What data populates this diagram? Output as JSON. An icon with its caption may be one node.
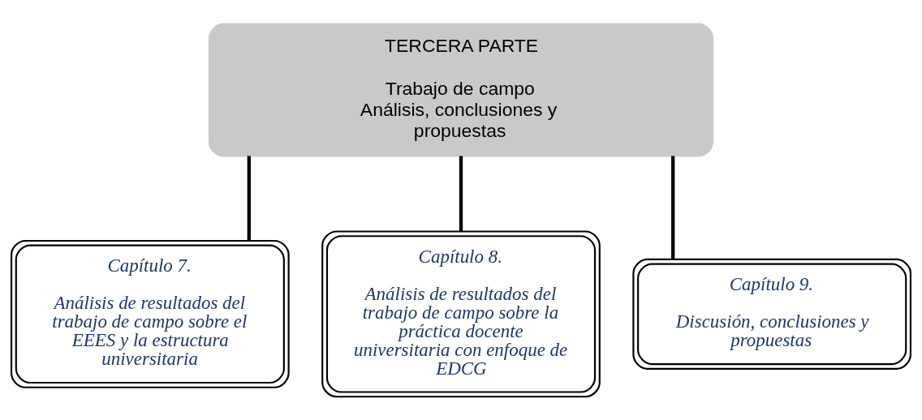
{
  "diagram": {
    "nodes": [
      {
        "text": [
          "TERCERA PARTE",
          "Trabajo de campo",
          "Análisis, conclusiones y propuestas"
        ]
      },
      {
        "text": [
          "Capítulo 7.",
          "Análisis de resultados del trabajo de campo sobre el EEES y la estructura universitaria"
        ]
      },
      {
        "text": [
          "Capítulo 8.",
          "Análisis de resultados del trabajo de campo sobre la práctica docente universitaria con enfoque de EDCG"
        ]
      },
      {
        "text": [
          "Capítulo 9.",
          "Discusión, conclusiones y propuestas"
        ]
      }
    ],
    "edges": [
      {
        "from": 0,
        "to": 1,
        "arrow": "none"
      },
      {
        "from": 0,
        "to": 2,
        "arrow": "none"
      },
      {
        "from": 0,
        "to": 3,
        "arrow": "none"
      }
    ]
  }
}
